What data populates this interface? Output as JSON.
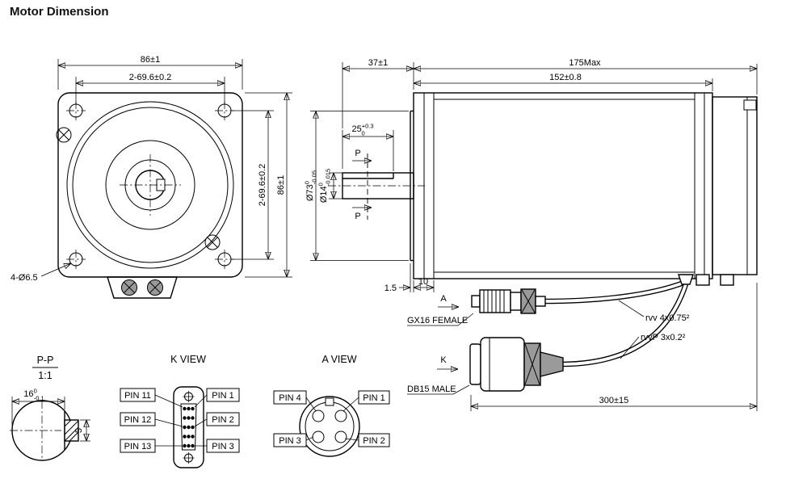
{
  "colors": {
    "line": "#000000",
    "background": "#ffffff"
  },
  "title": "Motor Dimension",
  "front_view": {
    "dim_width_top": "86±1",
    "dim_hole_spacing_top": "2-69.6±0.2",
    "dim_height_right": "86±1",
    "dim_hole_spacing_right": "2-69.6±0.2",
    "holes_callout": "4-Ø6.5"
  },
  "side_view": {
    "dim_shaft_length": "37±1",
    "dim_total_length": "175Max",
    "dim_body_length": "152±0.8",
    "key_length": {
      "value": "25",
      "upper": "+0.3",
      "lower": "0"
    },
    "pilot_dia": {
      "value": "Ø73",
      "upper": "0",
      "lower": "-0.05"
    },
    "shaft_dia": {
      "value": "Ø14",
      "upper": "0",
      "lower": "-0.015"
    },
    "section_mark_top": "P",
    "section_mark_bottom": "P",
    "dim_boss": "1.5",
    "dim_flange": "10",
    "view_mark_a": "A",
    "view_mark_k": "K",
    "label_gx16": "GX16 FEMALE",
    "label_db15": "DB15 MALE",
    "label_cable_power": "rvv 4x0.75²",
    "label_cable_signal": "rvvP 3x0.2²",
    "dim_cable_length": "300±15"
  },
  "section_view": {
    "title": "P-P",
    "scale": "1:1",
    "width": {
      "value": "16",
      "upper": "0",
      "lower": "-0.1"
    },
    "dim_key_height": "5"
  },
  "k_view": {
    "title": "K VIEW",
    "pins_left": [
      "PIN 11",
      "PIN 12",
      "PIN 13"
    ],
    "pins_right": [
      "PIN 1",
      "PIN 2",
      "PIN 3"
    ]
  },
  "a_view": {
    "title": "A VIEW",
    "pins": {
      "tl": "PIN 4",
      "tr": "PIN 1",
      "bl": "PIN 3",
      "br": "PIN 2"
    }
  }
}
